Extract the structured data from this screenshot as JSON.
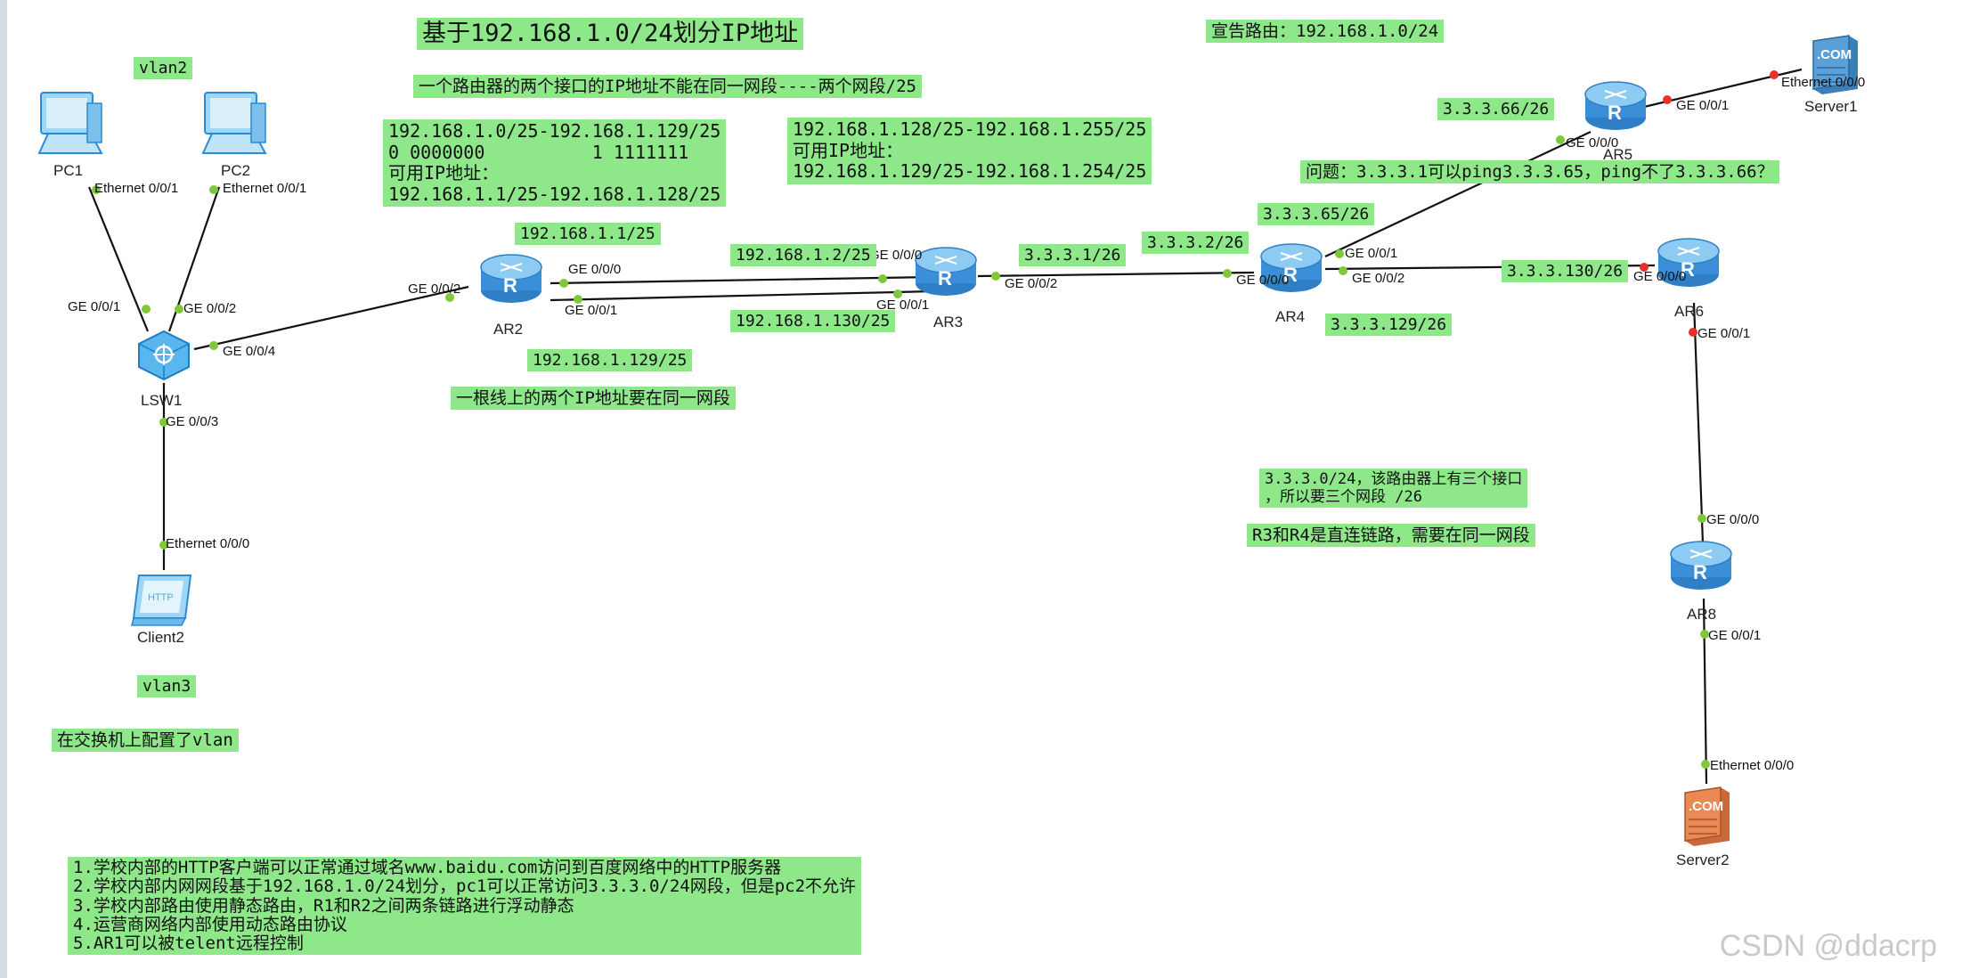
{
  "notes": {
    "title": "基于192.168.1.0/24划分IP地址",
    "announce": "宣告路由：192.168.1.0/24",
    "vlan2": "vlan2",
    "vlan3": "vlan3",
    "two_ifaces": "一个路由器的两个接口的IP地址不能在同一网段----两个网段/25",
    "range1": "192.168.1.0/25-192.168.1.129/25\n0 0000000          1 1111111\n可用IP地址：\n192.168.1.1/25-192.168.1.128/25",
    "range2": "192.168.1.128/25-192.168.1.255/25\n可用IP地址：\n192.168.1.129/25-192.168.1.254/25",
    "ip_1_1": "192.168.1.1/25",
    "ip_1_2": "192.168.1.2/25",
    "ip_1_130": "192.168.1.130/25",
    "ip_1_129": "192.168.1.129/25",
    "same_segment": "一根线上的两个IP地址要在同一网段",
    "ip_3_1": "3.3.3.1/26",
    "ip_3_2": "3.3.3.2/26",
    "ip_3_65": "3.3.3.65/26",
    "ip_3_66": "3.3.3.66/26",
    "ip_3_130": "3.3.3.130/26",
    "ip_3_129": "3.3.3.129/26",
    "question": "问题：3.3.3.1可以ping3.3.3.65，ping不了3.3.3.66？",
    "three_ifaces": "3.3.3.0/24，该路由器上有三个接口\n，所以要三个网段 /26",
    "r3r4": "R3和R4是直连链路，需要在同一网段",
    "vlan_cfg": "在交换机上配置了vlan",
    "requirements": "1.学校内部的HTTP客户端可以正常通过域名www.baidu.com访问到百度网络中的HTTP服务器\n2.学校内部内网网段基于192.168.1.0/24划分，pc1可以正常访问3.3.3.0/24网段，但是pc2不允许\n3.学校内部路由使用静态路由，R1和R2之间两条链路进行浮动静态\n4.运营商网络内部使用动态路由协议\n5.AR1可以被telent远程控制"
  },
  "devices": {
    "pc1": "PC1",
    "pc2": "PC2",
    "lsw1": "LSW1",
    "client2": "Client2",
    "ar2": "AR2",
    "ar3": "AR3",
    "ar4": "AR4",
    "ar5": "AR5",
    "ar6": "AR6",
    "ar8": "AR8",
    "server1": "Server1",
    "server2": "Server2"
  },
  "ports": {
    "pc1_eth": "Ethernet 0/0/1",
    "pc2_eth": "Ethernet 0/0/1",
    "lsw_g1": "GE 0/0/1",
    "lsw_g2": "GE 0/0/2",
    "lsw_g4": "GE 0/0/4",
    "lsw_g3": "GE 0/0/3",
    "client_eth": "Ethernet 0/0/0",
    "ar2_g2": "GE 0/0/2",
    "ar2_g0": "GE 0/0/0",
    "ar2_g1": "GE 0/0/1",
    "ar3_g0": "GE 0/0/0",
    "ar3_g1": "GE 0/0/1",
    "ar3_g2": "GE 0/0/2",
    "ar4_g0": "GE 0/0/0",
    "ar4_g1": "GE 0/0/1",
    "ar4_g2": "GE 0/0/2",
    "ar5_g0": "GE 0/0/0",
    "ar5_g1": "GE 0/0/1",
    "server1_eth": "Ethernet 0/0/0",
    "ar6_g0": "GE 0/0/0",
    "ar6_g1": "GE 0/0/1",
    "ar8_g0": "GE 0/0/0",
    "ar8_g1": "GE 0/0/1",
    "server2_eth": "Ethernet 0/0/0"
  },
  "watermark": "CSDN @ddacrp",
  "colors": {
    "note_bg": "#8ee88a",
    "router": "#3a86d0",
    "link": "#111111",
    "port_dot": "#7ec83a",
    "red_dot": "#e8312b"
  }
}
